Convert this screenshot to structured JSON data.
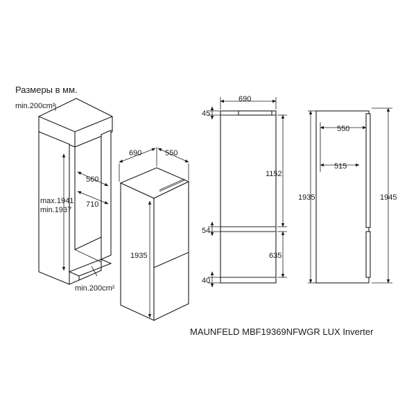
{
  "title": "Размеры в мм.",
  "model": "MAUNFELD MBF19369NFWGR LUX Inverter",
  "niche": {
    "vent_top": "min.200cm²",
    "vent_bottom": "min.200cm²",
    "height_max": "max.1941",
    "height_min": "min.1937",
    "width": "560",
    "depth": "710"
  },
  "iso": {
    "width": "690",
    "depth": "550",
    "height": "1935"
  },
  "front": {
    "width": "690",
    "top_gap": "45",
    "upper_door": "1152",
    "middle_gap": "54",
    "lower_door": "635",
    "bottom_gap": "40",
    "total_height": "1935"
  },
  "side": {
    "depth_total": "550",
    "depth_body": "515",
    "height_total": "1945"
  }
}
